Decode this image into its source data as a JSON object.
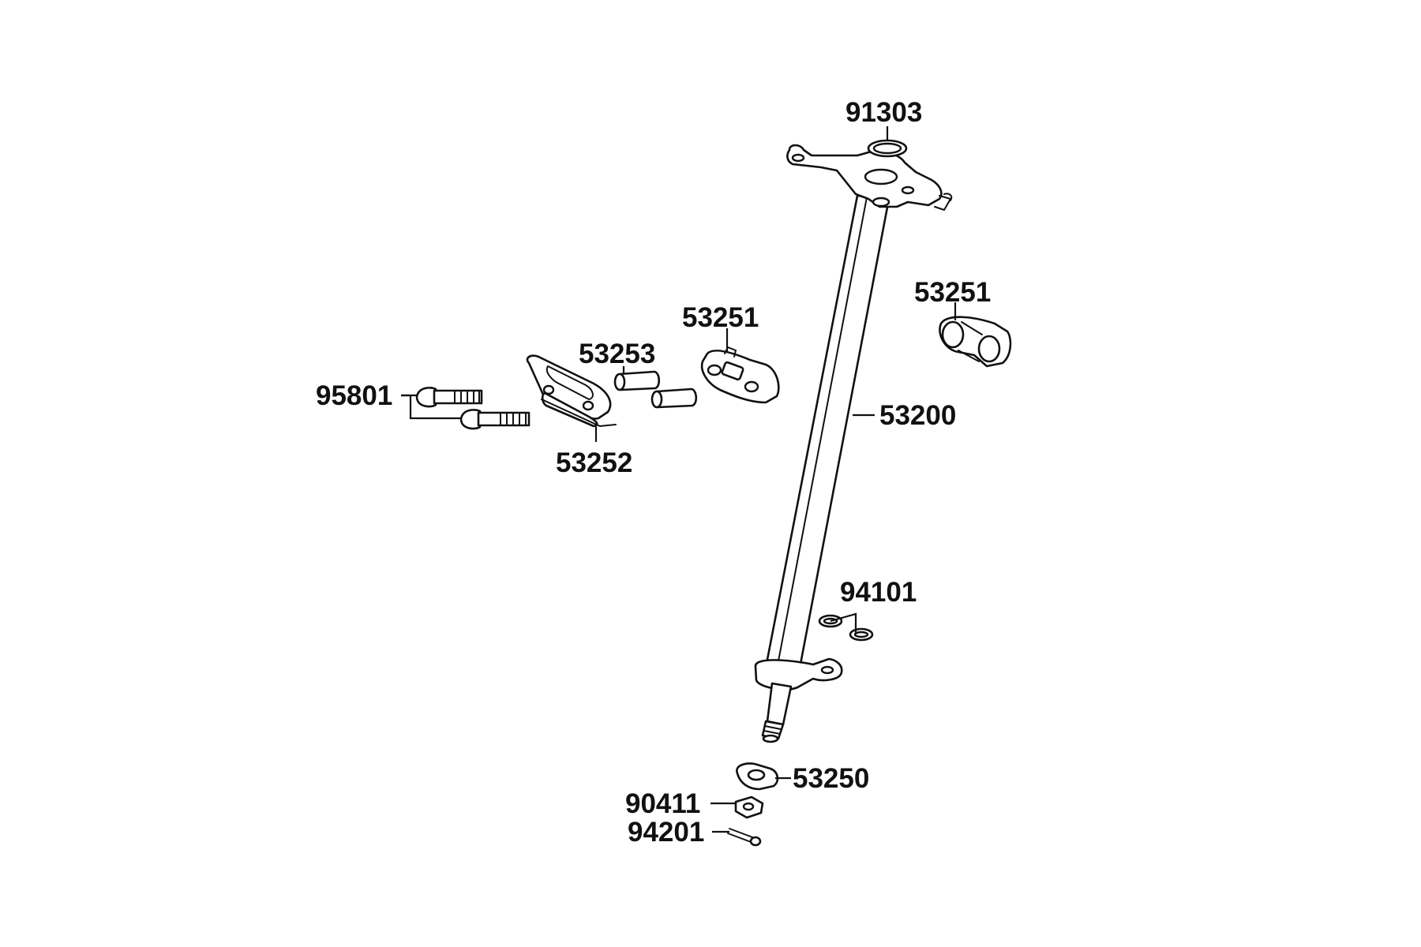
{
  "diagram": {
    "labels": {
      "p91303": "91303",
      "p53251_right": "53251",
      "p53251_mid": "53251",
      "p53253": "53253",
      "p95801": "95801",
      "p53252": "53252",
      "p53200": "53200",
      "p94101": "94101",
      "p53250": "53250",
      "p90411": "90411",
      "p94201": "94201"
    }
  }
}
